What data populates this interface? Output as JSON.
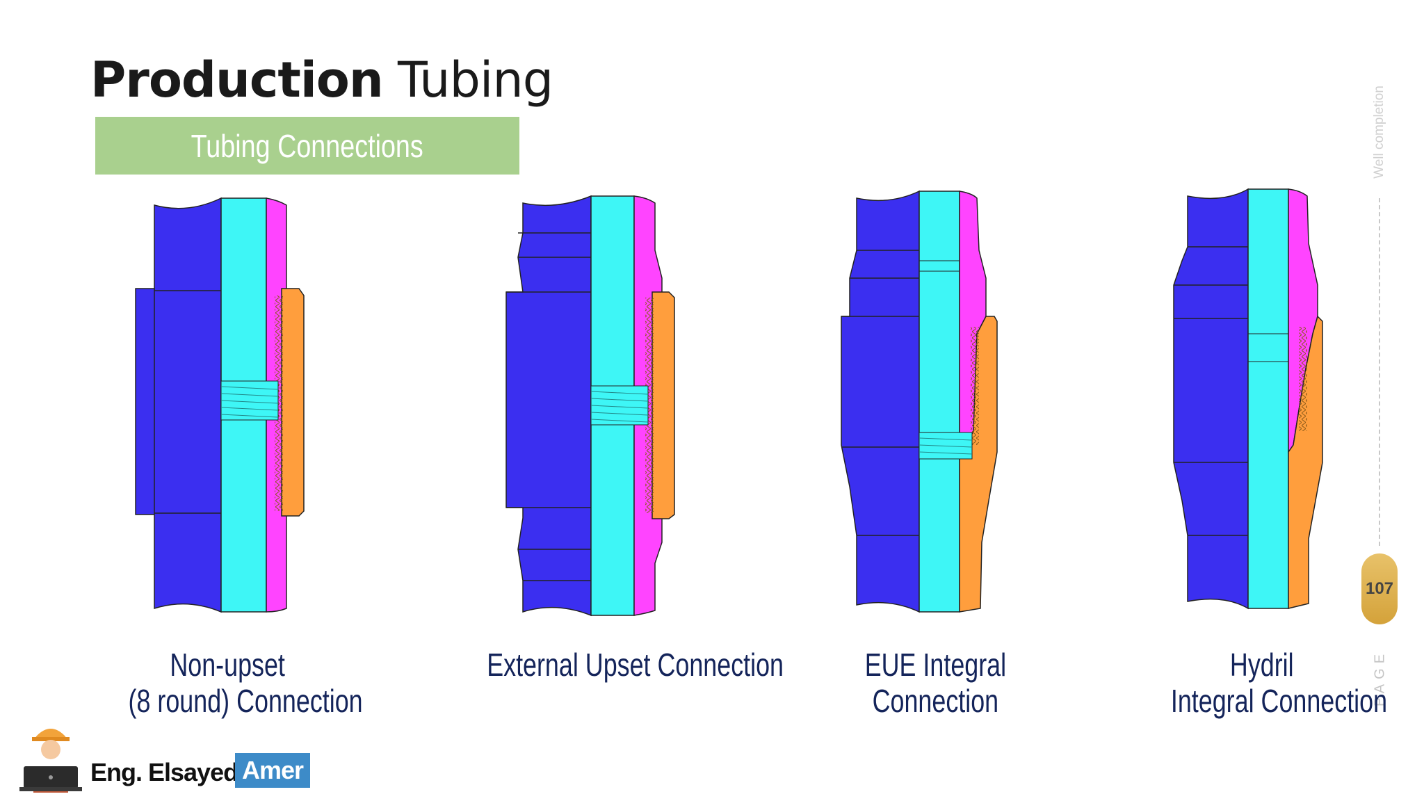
{
  "header": {
    "title_bold": "Production",
    "title_light": "Tubing"
  },
  "banner": {
    "label": "Tubing Connections"
  },
  "sidebar": {
    "section_label": "Well completion",
    "page_number": "107",
    "page_word": "PAGE"
  },
  "captions": [
    {
      "line1": "Non-upset",
      "line2": "(8 round) Connection"
    },
    {
      "line1": "External Upset Connection",
      "line2": ""
    },
    {
      "line1": "EUE Integral",
      "line2": "Connection"
    },
    {
      "line1": "Hydril",
      "line2": "Integral Connection"
    }
  ],
  "author": {
    "name": "Eng. Elsayed",
    "tag": "Amer"
  },
  "colors": {
    "blue": "#3b2ff0",
    "cyan": "#3ef6f6",
    "magenta": "#ff44ff",
    "orange": "#ff9e3d",
    "green": "#a9d08e"
  }
}
